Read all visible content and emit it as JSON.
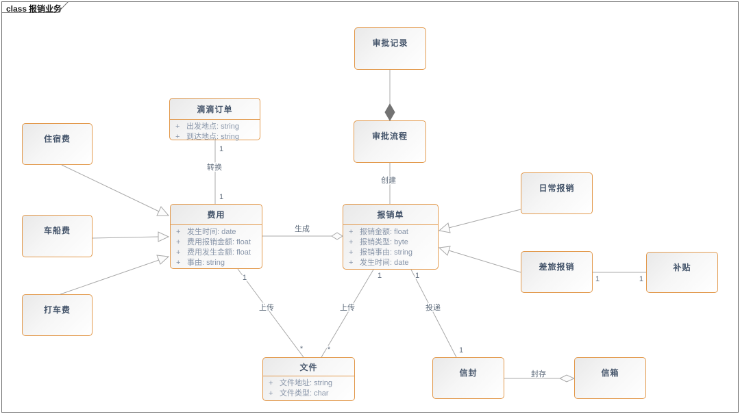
{
  "frame": {
    "keyword": "class",
    "title": "报销业务"
  },
  "colors": {
    "box_border": "#e2984a",
    "title_text": "#44546a",
    "attribute_text": "#8794a8",
    "connector_line": "#a8a8a8",
    "frame_border": "#6e6e6e"
  },
  "classes": {
    "approval_record": {
      "title": "审批记录"
    },
    "didi_order": {
      "title": "滴滴订单",
      "attrs": [
        {
          "vis": "+",
          "text": "出发地点: string"
        },
        {
          "vis": "+",
          "text": "到达地点: string"
        }
      ]
    },
    "accommodation_fee": {
      "title": "住宿费"
    },
    "approval_process": {
      "title": "审批流程"
    },
    "daily_reimbursement": {
      "title": "日常报销"
    },
    "vehicle_fee": {
      "title": "车船费"
    },
    "expense": {
      "title": "费用",
      "attrs": [
        {
          "vis": "+",
          "text": "发生时间: date"
        },
        {
          "vis": "+",
          "text": "费用报销金额: float"
        },
        {
          "vis": "+",
          "text": "费用发生金额: float"
        },
        {
          "vis": "+",
          "text": "事由: string"
        }
      ]
    },
    "reimbursement_form": {
      "title": "报销单",
      "attrs": [
        {
          "vis": "+",
          "text": "报销金额: float"
        },
        {
          "vis": "+",
          "text": "报销类型: byte"
        },
        {
          "vis": "+",
          "text": "报销事由: string"
        },
        {
          "vis": "+",
          "text": "发生时间: date"
        }
      ]
    },
    "travel_reimbursement": {
      "title": "差旅报销"
    },
    "subsidy": {
      "title": "补贴"
    },
    "taxi_fee": {
      "title": "打车费"
    },
    "file": {
      "title": "文件",
      "attrs": [
        {
          "vis": "+",
          "text": "文件地址: string"
        },
        {
          "vis": "+",
          "text": "文件类型: char"
        }
      ]
    },
    "envelope": {
      "title": "信封"
    },
    "mailbox": {
      "title": "信箱"
    }
  },
  "edges": {
    "convert": {
      "label": "转换",
      "source_mult": "1",
      "target_mult": "1"
    },
    "create": {
      "label": "创建"
    },
    "generate": {
      "label": "生成"
    },
    "upload_expense_file": {
      "label": "上传",
      "source_mult": "1",
      "target_mult": "*"
    },
    "upload_form_file": {
      "label": "上传",
      "source_mult": "1",
      "target_mult": "*"
    },
    "deliver": {
      "label": "投递",
      "source_mult": "1",
      "target_mult": "1"
    },
    "seal": {
      "label": "封存"
    },
    "travel_subsidy": {
      "source_mult": "1",
      "target_mult": "1"
    }
  }
}
